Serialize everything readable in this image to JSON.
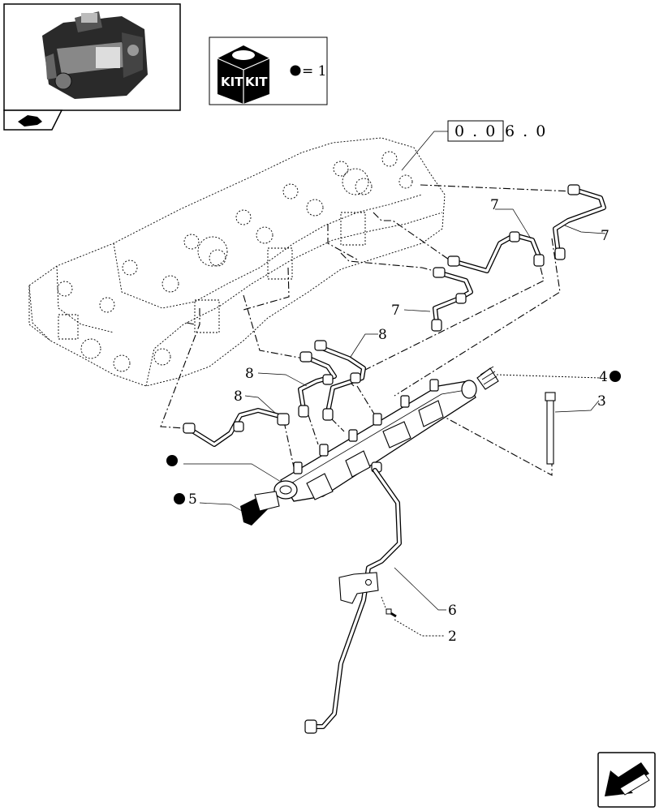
{
  "reference_code": {
    "boxed": "0 . 0",
    "suffix": "6 . 0"
  },
  "kit_legend": {
    "kit_label": "KIT",
    "equals": "= 1"
  },
  "callouts": [
    {
      "id": "callout-7-upper-right",
      "text": "7"
    },
    {
      "id": "callout-7-center",
      "text": "7"
    },
    {
      "id": "callout-7-left",
      "text": "7"
    },
    {
      "id": "callout-8-upper",
      "text": "8"
    },
    {
      "id": "callout-8-middle",
      "text": "8"
    },
    {
      "id": "callout-8-lower",
      "text": "8"
    },
    {
      "id": "callout-4",
      "text": "4"
    },
    {
      "id": "callout-3",
      "text": "3"
    },
    {
      "id": "callout-5",
      "text": "5"
    },
    {
      "id": "callout-6",
      "text": "6"
    },
    {
      "id": "callout-2",
      "text": "2"
    }
  ],
  "icons": {
    "engine_thumbnail": "engine-thumbnail-icon",
    "corner_tab": "hand-arrow-icon",
    "kit_box": "kit-box-icon",
    "kit_marker": "filled-dot-icon",
    "next_page": "next-page-arrow-icon"
  }
}
